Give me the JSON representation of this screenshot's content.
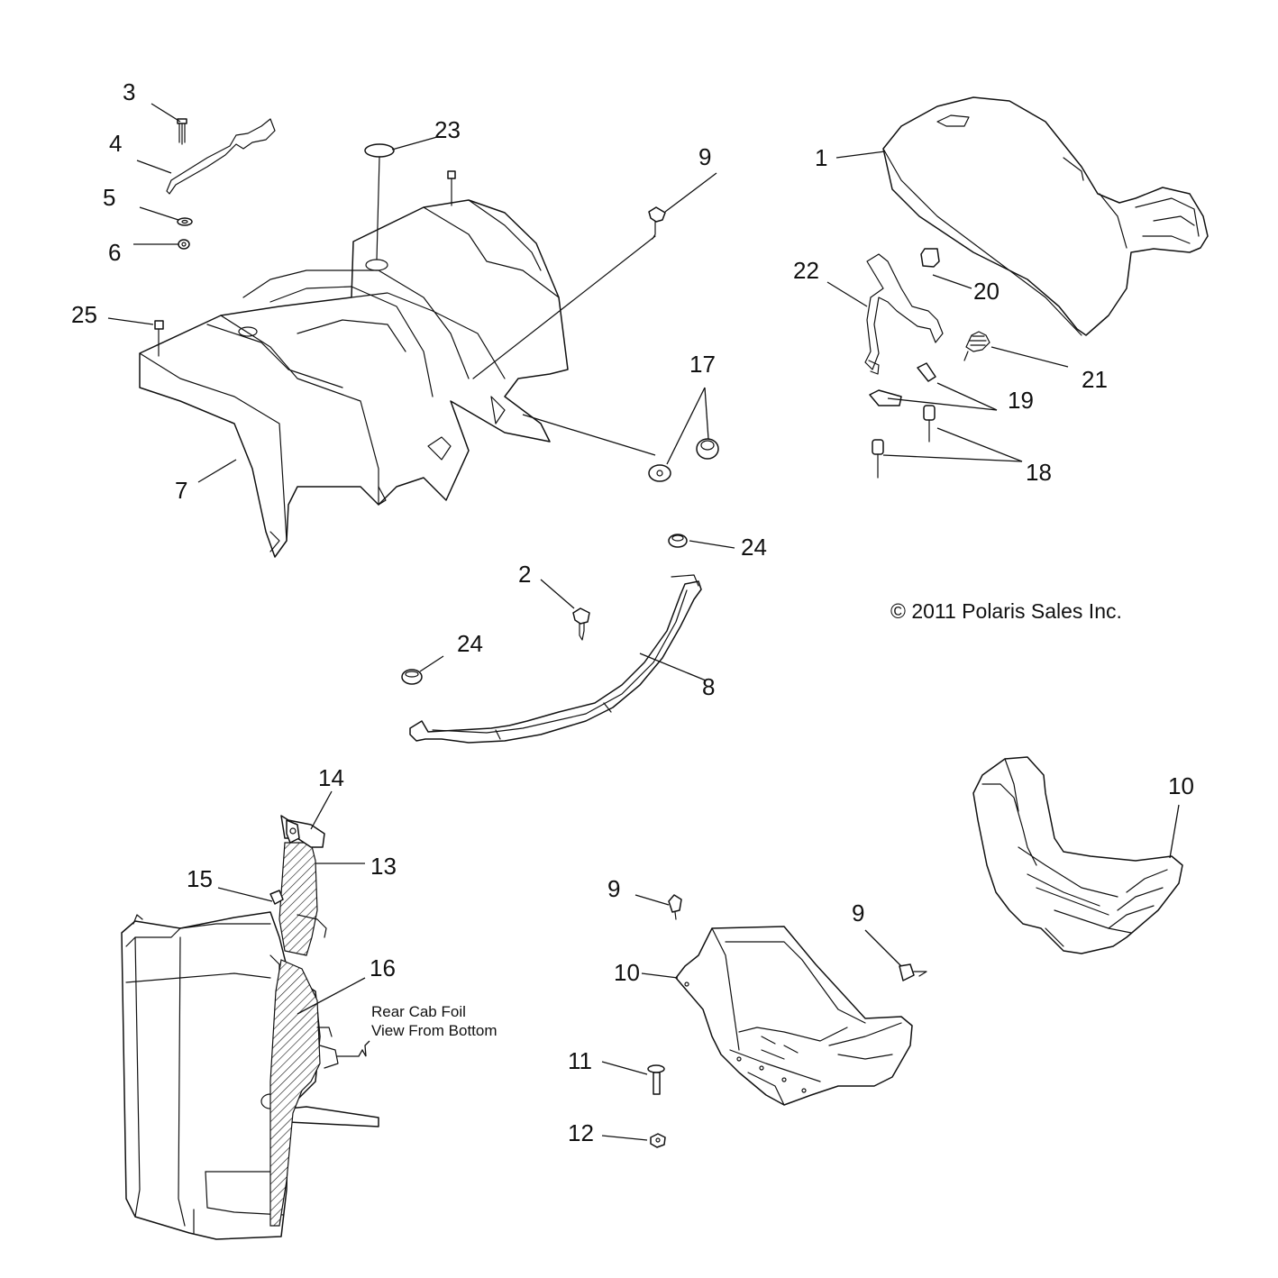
{
  "copyright": "© 2011 Polaris Sales Inc.",
  "note_line1": "Rear Cab Foil",
  "note_line2": "View From Bottom",
  "callouts": [
    {
      "id": "c3",
      "text": "3"
    },
    {
      "id": "c4",
      "text": "4"
    },
    {
      "id": "c5",
      "text": "5"
    },
    {
      "id": "c6",
      "text": "6"
    },
    {
      "id": "c25",
      "text": "25"
    },
    {
      "id": "c7",
      "text": "7"
    },
    {
      "id": "c23",
      "text": "23"
    },
    {
      "id": "c9a",
      "text": "9"
    },
    {
      "id": "c17",
      "text": "17"
    },
    {
      "id": "c1",
      "text": "1"
    },
    {
      "id": "c20",
      "text": "20"
    },
    {
      "id": "c22",
      "text": "22"
    },
    {
      "id": "c21",
      "text": "21"
    },
    {
      "id": "c19",
      "text": "19"
    },
    {
      "id": "c18",
      "text": "18"
    },
    {
      "id": "c24a",
      "text": "24"
    },
    {
      "id": "c2",
      "text": "2"
    },
    {
      "id": "c24b",
      "text": "24"
    },
    {
      "id": "c8",
      "text": "8"
    },
    {
      "id": "c14",
      "text": "14"
    },
    {
      "id": "c13",
      "text": "13"
    },
    {
      "id": "c15",
      "text": "15"
    },
    {
      "id": "c16",
      "text": "16"
    },
    {
      "id": "c9b",
      "text": "9"
    },
    {
      "id": "c9c",
      "text": "9"
    },
    {
      "id": "c10a",
      "text": "10"
    },
    {
      "id": "c10b",
      "text": "10"
    },
    {
      "id": "c11",
      "text": "11"
    },
    {
      "id": "c12",
      "text": "12"
    }
  ]
}
